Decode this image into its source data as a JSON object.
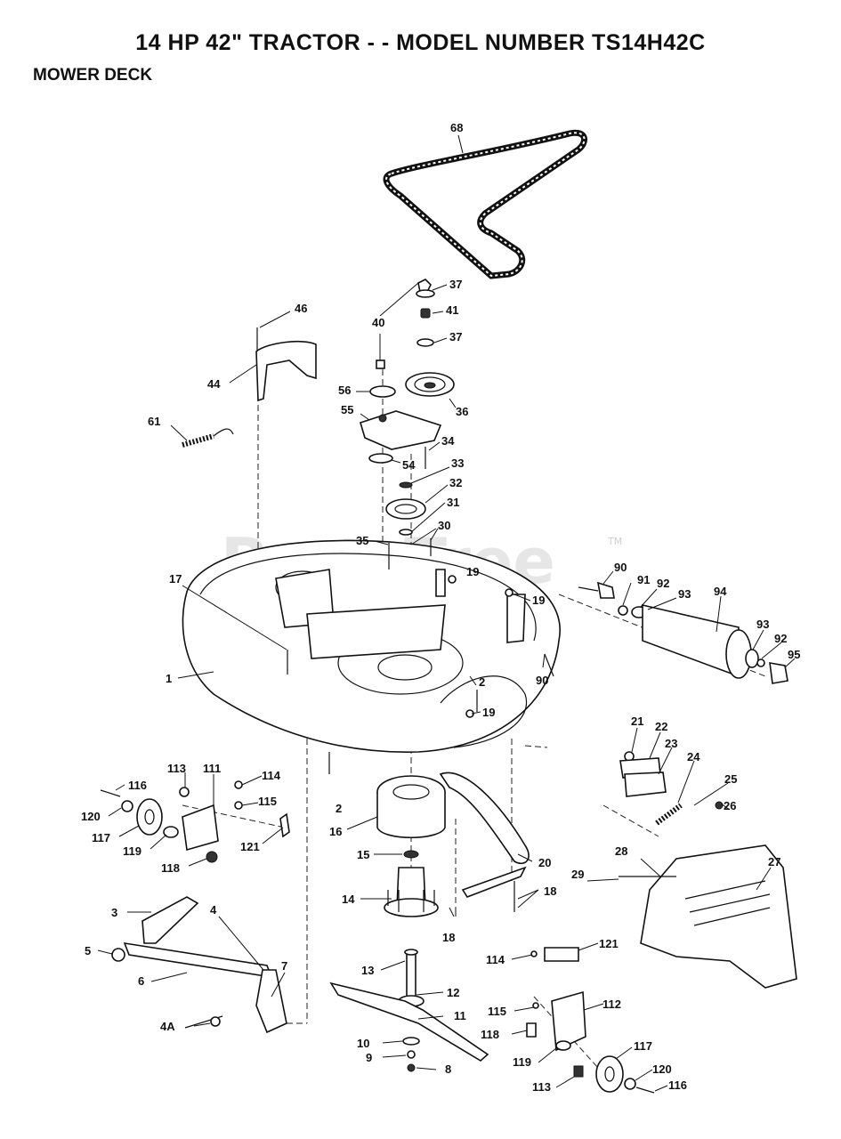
{
  "header": {
    "title": "14 HP 42\" TRACTOR - - MODEL NUMBER TS14H42C",
    "subtitle": "MOWER DECK"
  },
  "watermark": {
    "text": "PartsTree",
    "trademark": "TM"
  },
  "callouts": [
    "68",
    "37",
    "41",
    "37",
    "40",
    "46",
    "44",
    "56",
    "36",
    "55",
    "34",
    "54",
    "33",
    "61",
    "32",
    "31",
    "30",
    "35",
    "19",
    "19",
    "17",
    "1",
    "2",
    "19",
    "90",
    "91",
    "92",
    "93",
    "94",
    "93",
    "92",
    "95",
    "90",
    "2",
    "21",
    "22",
    "23",
    "24",
    "25",
    "26",
    "113",
    "111",
    "114",
    "116",
    "115",
    "120",
    "117",
    "121",
    "119",
    "118",
    "16",
    "15",
    "20",
    "28",
    "27",
    "29",
    "14",
    "18",
    "18",
    "3",
    "4",
    "5",
    "7",
    "6",
    "13",
    "12",
    "114",
    "121",
    "11",
    "112",
    "115",
    "118",
    "4A",
    "10",
    "9",
    "8",
    "119",
    "117",
    "113",
    "120",
    "116"
  ]
}
